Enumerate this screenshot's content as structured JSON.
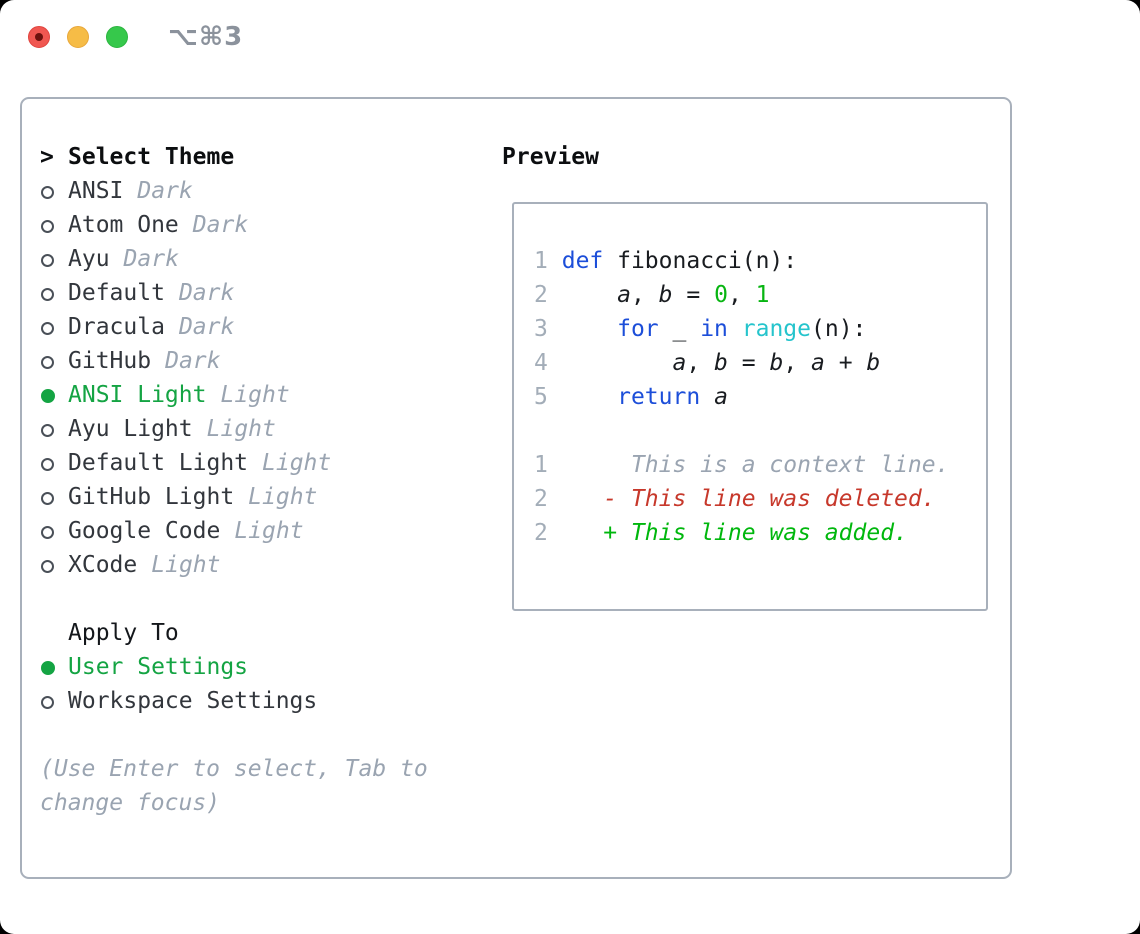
{
  "titlebar": {
    "shortcut_label": "⌥⌘3"
  },
  "colors": {
    "accent_green": "#14a443",
    "diff_red": "#c7382b",
    "diff_green": "#00b70d",
    "keyword_blue": "#1c4ed9",
    "function_cyan": "#25c4cc",
    "number_green": "#08b512",
    "muted_gray": "#9aa4b1",
    "border_gray": "#a8b0bb",
    "traffic_red": "#f05751",
    "traffic_yellow": "#f6bc46",
    "traffic_green": "#36c84b"
  },
  "theme_picker": {
    "header": {
      "prefix": ">",
      "label": "Select Theme"
    },
    "themes": [
      {
        "name": "ANSI",
        "variant": "Dark",
        "selected": false
      },
      {
        "name": "Atom One",
        "variant": "Dark",
        "selected": false
      },
      {
        "name": "Ayu",
        "variant": "Dark",
        "selected": false
      },
      {
        "name": "Default",
        "variant": "Dark",
        "selected": false
      },
      {
        "name": "Dracula",
        "variant": "Dark",
        "selected": false
      },
      {
        "name": "GitHub",
        "variant": "Dark",
        "selected": false
      },
      {
        "name": "ANSI Light",
        "variant": "Light",
        "selected": true
      },
      {
        "name": "Ayu Light",
        "variant": "Light",
        "selected": false
      },
      {
        "name": "Default Light",
        "variant": "Light",
        "selected": false
      },
      {
        "name": "GitHub Light",
        "variant": "Light",
        "selected": false
      },
      {
        "name": "Google Code",
        "variant": "Light",
        "selected": false
      },
      {
        "name": "XCode",
        "variant": "Light",
        "selected": false
      }
    ],
    "apply_to": {
      "label": "Apply To",
      "options": [
        {
          "name": "User Settings",
          "selected": true
        },
        {
          "name": "Workspace Settings",
          "selected": false
        }
      ]
    },
    "hint_lines": [
      "(Use Enter to select, Tab to",
      "change focus)"
    ]
  },
  "preview": {
    "title": "Preview",
    "lines": [
      {
        "num": "1",
        "segments": [
          {
            "text": " ",
            "style": "fg"
          },
          {
            "text": "def",
            "style": "kw"
          },
          {
            "text": " fibonacci(n):",
            "style": "fg"
          }
        ]
      },
      {
        "num": "2",
        "segments": [
          {
            "text": "     ",
            "style": "fg"
          },
          {
            "text": "a",
            "style": "var"
          },
          {
            "text": ", ",
            "style": "fg"
          },
          {
            "text": "b",
            "style": "var"
          },
          {
            "text": " = ",
            "style": "fg"
          },
          {
            "text": "0",
            "style": "num"
          },
          {
            "text": ", ",
            "style": "fg"
          },
          {
            "text": "1",
            "style": "num"
          }
        ]
      },
      {
        "num": "3",
        "segments": [
          {
            "text": "     ",
            "style": "fg"
          },
          {
            "text": "for",
            "style": "kw"
          },
          {
            "text": " _ ",
            "style": "fg"
          },
          {
            "text": "in",
            "style": "kw"
          },
          {
            "text": " ",
            "style": "fg"
          },
          {
            "text": "range",
            "style": "fn"
          },
          {
            "text": "(n):",
            "style": "fg"
          }
        ]
      },
      {
        "num": "4",
        "segments": [
          {
            "text": "         ",
            "style": "fg"
          },
          {
            "text": "a",
            "style": "var"
          },
          {
            "text": ", ",
            "style": "fg"
          },
          {
            "text": "b",
            "style": "var"
          },
          {
            "text": " = ",
            "style": "fg"
          },
          {
            "text": "b",
            "style": "var"
          },
          {
            "text": ", ",
            "style": "fg"
          },
          {
            "text": "a",
            "style": "var"
          },
          {
            "text": " + ",
            "style": "fg"
          },
          {
            "text": "b",
            "style": "var"
          }
        ]
      },
      {
        "num": "5",
        "segments": [
          {
            "text": "     ",
            "style": "fg"
          },
          {
            "text": "return",
            "style": "kw"
          },
          {
            "text": " ",
            "style": "fg"
          },
          {
            "text": "a",
            "style": "var"
          }
        ]
      },
      {
        "num": "",
        "segments": []
      },
      {
        "num": "1",
        "segments": [
          {
            "text": "      This is a context line.",
            "style": "ctx"
          }
        ]
      },
      {
        "num": "2",
        "segments": [
          {
            "text": "    - This line was deleted.",
            "style": "del"
          }
        ]
      },
      {
        "num": "2",
        "segments": [
          {
            "text": "    + This line was added.",
            "style": "add"
          }
        ]
      }
    ]
  }
}
